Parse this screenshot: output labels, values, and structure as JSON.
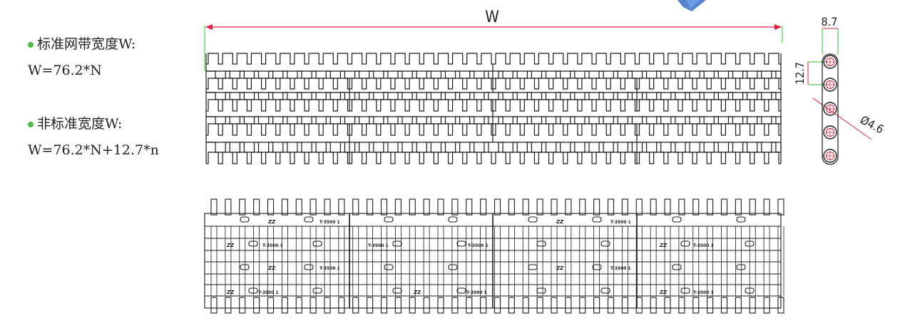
{
  "notes": {
    "standard_label": "标准网带宽度W:",
    "standard_formula": "W=76.2*N",
    "nonstandard_label": "非标准宽度W:",
    "nonstandard_formula": "W=76.2*N+12.7*n"
  },
  "dimensions": {
    "width_symbol": "W",
    "pitch_width": "8.7",
    "pitch": "12.7",
    "hole_diameter": "Ø4.6"
  },
  "plan_view_markings": {
    "logo": "ZZ",
    "model": "T-3500",
    "number": "1"
  },
  "colors": {
    "dimension_line": "#e0203a",
    "extension_line": "#2fbf2f",
    "bullet": "#4cb848",
    "drawing": "#1a1a1a"
  }
}
